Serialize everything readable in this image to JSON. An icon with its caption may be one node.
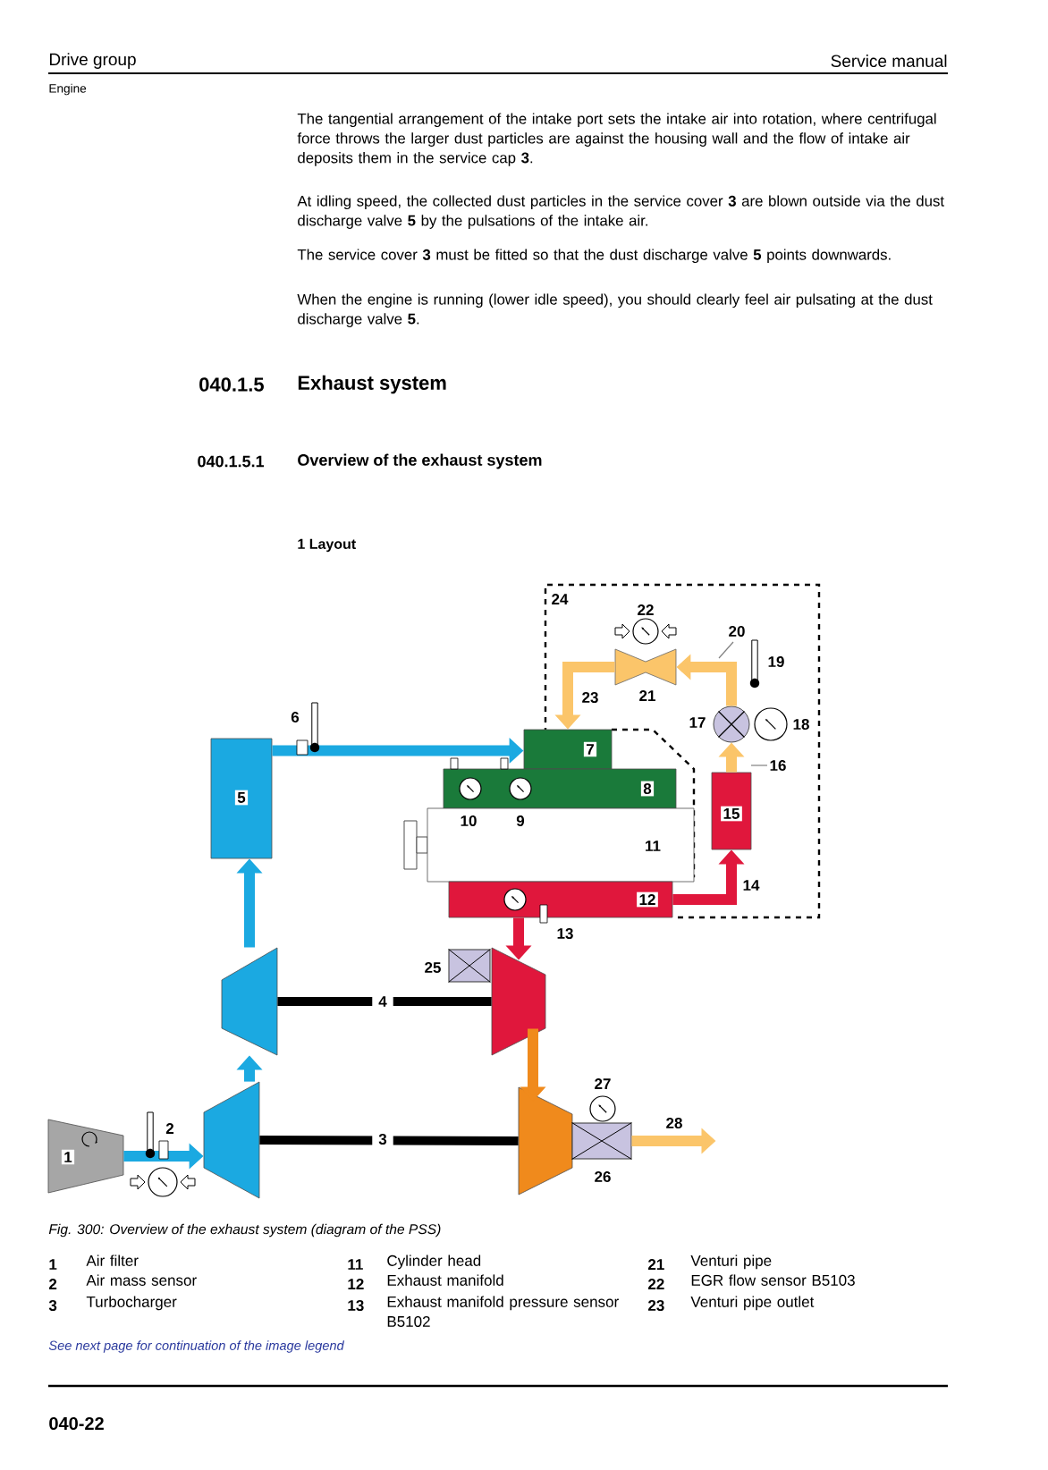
{
  "diagram": {
    "caption": "Fig. 300: Overview of the exhaust system (diagram of the PSS)",
    "nodes": [
      {
        "text": [
          "5"
        ]
      },
      {
        "text": [
          "7"
        ]
      },
      {
        "text": [
          "8"
        ]
      },
      {
        "text": [
          "11"
        ]
      },
      {
        "text": [
          "12"
        ]
      },
      {
        "text": [],
        "shape": "bowtie",
        "beside": [
          "21"
        ]
      },
      {
        "text": [],
        "shape": "circle",
        "beside": [
          "17"
        ]
      },
      {
        "text": [
          "15"
        ]
      },
      {
        "text": [],
        "shape": "trapezoid"
      },
      {
        "text": [],
        "shape": "box",
        "beside": [
          "25"
        ]
      },
      {
        "text": [],
        "shape": "trapezoid"
      },
      {
        "text": [
          "1"
        ]
      },
      {
        "text": [],
        "shape": "trapezoid"
      },
      {
        "text": [],
        "shape": "trapezoid"
      },
      {
        "text": [],
        "shape": "box",
        "beside": [
          "26"
        ]
      }
    ],
    "edges": [
      {
        "from": 11,
        "to": 12,
        "arrow": "to",
        "color": "#1ba9e1"
      },
      {
        "from": 12,
        "to": 8,
        "arrow": "to",
        "color": "#1ba9e1"
      },
      {
        "from": 8,
        "to": 0,
        "arrow": "to",
        "color": "#1ba9e1"
      },
      {
        "from": 0,
        "to": 1,
        "arrow": "to",
        "color": "#1ba9e1"
      },
      {
        "from": 4,
        "to": 10,
        "arrow": "to",
        "color": "#e0173c"
      },
      {
        "from": 10,
        "to": 13,
        "arrow": "to",
        "color": "#f08a1c"
      },
      {
        "from": 4,
        "to": 7,
        "arrow": "to",
        "label": "14",
        "color": "#e0173c"
      },
      {
        "from": 7,
        "to": 6,
        "arrow": "to",
        "label": "16",
        "color": "#fbc56a"
      },
      {
        "from": 6,
        "to": 5,
        "arrow": "to",
        "label": "20",
        "color": "#fbc56a"
      },
      {
        "from": 5,
        "to": 1,
        "arrow": "to",
        "label": "23",
        "color": "#fbc56a"
      },
      {
        "from": 14,
        "to": null,
        "arrow": "to",
        "label": "28",
        "color": "#fbc56a"
      },
      {
        "from": 8,
        "to": 10,
        "arrow": "none",
        "label": "4",
        "color": "#000000"
      },
      {
        "from": 12,
        "to": 13,
        "arrow": "none",
        "label": "3",
        "color": "#000000"
      }
    ],
    "labels": [
      "Drive group",
      "Service manual",
      "Engine",
      "The tangential arrangement of the intake port sets the intake air into rotation, where centrifugal force throws the larger dust particles are against the housing wall and the flow of intake air deposits them in the service cap **3**.",
      "At idling speed, the collected dust particles in the service cover **3** are blown outside via the dust discharge valve **5** by the pulsations of the intake air.",
      "The service cover **3** must be fitted so that the dust discharge valve **5** points downwards.",
      "When the engine is running (lower idle speed), you should clearly feel air pulsating at the dust discharge valve **5**.",
      "040.1.5",
      "Exhaust system",
      "040.1.5.1",
      "Overview of the exhaust system",
      "1 Layout",
      "24",
      "22",
      "19",
      "6",
      "18",
      "10",
      "9",
      "13",
      "27",
      "2",
      "1",
      "Air filter",
      "11",
      "Cylinder head",
      "21",
      "Venturi pipe",
      "2",
      "Air mass sensor",
      "12",
      "Exhaust manifold",
      "22",
      "EGR flow sensor B5103",
      "3",
      "Turbocharger",
      "13",
      "Exhaust manifold pressure sensor B5102",
      "23",
      "Venturi pipe outlet",
      "See next page for continuation of the image legend",
      "040-22"
    ]
  }
}
